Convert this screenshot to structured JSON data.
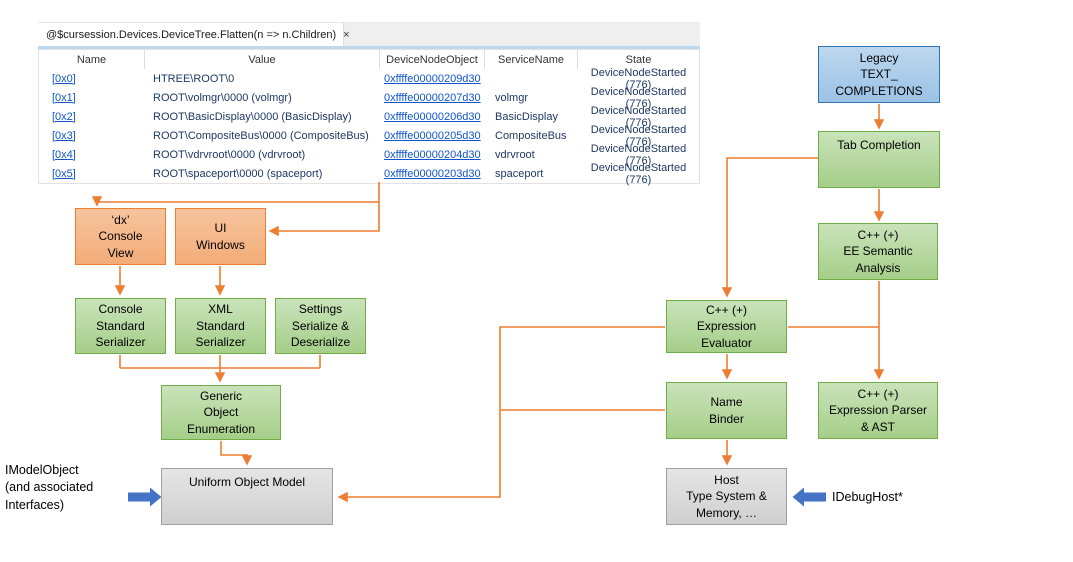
{
  "table": {
    "tab_title": "@$cursession.Devices.DeviceTree.Flatten(n => n.Children)",
    "close_label": "×",
    "columns": [
      "Name",
      "Value",
      "DeviceNodeObject",
      "ServiceName",
      "State"
    ],
    "rows": [
      {
        "name": "[0x0]",
        "value": "HTREE\\ROOT\\0",
        "node": "0xffffe00000209d30",
        "service": "",
        "state": "DeviceNodeStarted (776)"
      },
      {
        "name": "[0x1]",
        "value": "ROOT\\volmgr\\0000 (volmgr)",
        "node": "0xffffe00000207d30",
        "service": "volmgr",
        "state": "DeviceNodeStarted (776)"
      },
      {
        "name": "[0x2]",
        "value": "ROOT\\BasicDisplay\\0000 (BasicDisplay)",
        "node": "0xffffe00000206d30",
        "service": "BasicDisplay",
        "state": "DeviceNodeStarted (776)"
      },
      {
        "name": "[0x3]",
        "value": "ROOT\\CompositeBus\\0000 (CompositeBus)",
        "node": "0xffffe00000205d30",
        "service": "CompositeBus",
        "state": "DeviceNodeStarted (776)"
      },
      {
        "name": "[0x4]",
        "value": "ROOT\\vdrvroot\\0000 (vdrvroot)",
        "node": "0xffffe00000204d30",
        "service": "vdrvroot",
        "state": "DeviceNodeStarted (776)"
      },
      {
        "name": "[0x5]",
        "value": "ROOT\\spaceport\\0000 (spaceport)",
        "node": "0xffffe00000203d30",
        "service": "spaceport",
        "state": "DeviceNodeStarted (776)"
      }
    ]
  },
  "boxes": {
    "legacy": {
      "lines": [
        "Legacy",
        "TEXT_",
        "COMPLETIONS"
      ]
    },
    "tab_completion": {
      "lines": [
        "Tab Completion"
      ]
    },
    "ee_semantic": {
      "lines": [
        "C++ (+)",
        "EE Semantic",
        "Analysis"
      ]
    },
    "expr_parser": {
      "lines": [
        "C++ (+)",
        "Expression Parser",
        "& AST"
      ]
    },
    "expr_eval": {
      "lines": [
        "C++ (+)",
        "Expression",
        "Evaluator"
      ]
    },
    "name_binder": {
      "lines": [
        "Name",
        "Binder"
      ]
    },
    "host": {
      "lines": [
        "Host",
        "Type System &",
        "Memory, …"
      ]
    },
    "dx_console": {
      "lines": [
        "‘dx’",
        "Console",
        "View"
      ]
    },
    "ui_windows": {
      "lines": [
        "UI",
        "Windows"
      ]
    },
    "console_ser": {
      "lines": [
        "Console",
        "Standard",
        "Serializer"
      ]
    },
    "xml_ser": {
      "lines": [
        "XML",
        "Standard",
        "Serializer"
      ]
    },
    "settings_ser": {
      "lines": [
        "Settings",
        "Serialize &",
        "Deserialize"
      ]
    },
    "generic_enum": {
      "lines": [
        "Generic",
        "Object",
        "Enumeration"
      ]
    },
    "uniform_model": {
      "lines": [
        "Uniform Object Model"
      ]
    }
  },
  "labels": {
    "imodel": {
      "lines": [
        "IModelObject",
        "(and associated",
        "Interfaces)"
      ]
    },
    "idebughost": "IDebugHost*"
  },
  "colors": {
    "connector": "#ED7D31",
    "block_arrow": "#4472C4",
    "link_text": "#1155CC",
    "table_text": "#1F3864",
    "green_fill": "#A9D18E",
    "green_border": "#70AD47",
    "salmon_fill": "#F4B183",
    "salmon_border": "#ED7D31",
    "blue_fill": "#9DC3E6",
    "blue_border": "#2E75B6",
    "gray_fill": "#D9D9D9",
    "gray_border": "#A6A6A6",
    "tab_strip": "#BCD9F0"
  }
}
